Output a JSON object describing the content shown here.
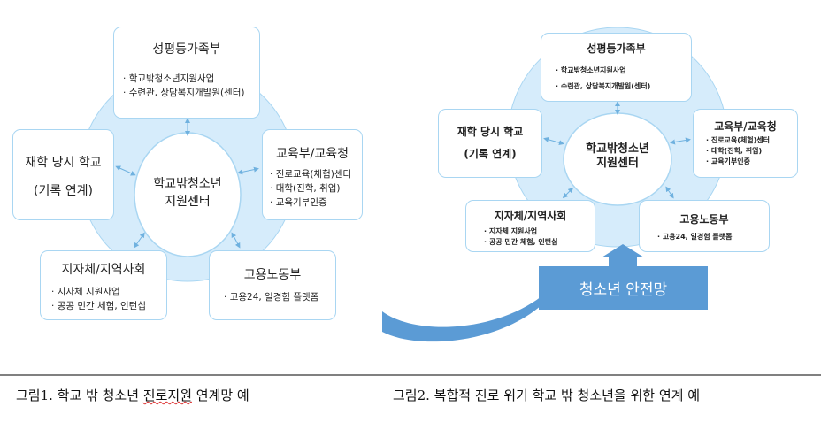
{
  "figure1": {
    "center": [
      "학교밖청소년",
      "지원센터"
    ],
    "top": {
      "title": "성평등가족부",
      "items": [
        "학교밖청소년지원사업",
        "수련관, 상담복지개발원(센터)"
      ]
    },
    "left": {
      "title": "재학 당시 학교",
      "subtitle": "(기록 연계)"
    },
    "right": {
      "title": "교육부/교육청",
      "items": [
        "진로교육(체험)센터",
        "대학(진학, 취업)",
        "교육기부인증"
      ]
    },
    "bottom_left": {
      "title": "지자체/지역사회",
      "items": [
        "지자체 지원사업",
        "공공 민간 체험, 인턴십"
      ]
    },
    "bottom_right": {
      "title": "고용노동부",
      "items": [
        "고용24, 일경험 플랫폼"
      ]
    }
  },
  "figure2": {
    "center": [
      "학교밖청소년",
      "지원센터"
    ],
    "top": {
      "title": "성평등가족부",
      "items": [
        "학교밖청소년지원사업",
        "수련관, 상담복지개발원(센터)"
      ]
    },
    "left": {
      "title": "재학 당시 학교",
      "subtitle": "(기록 연계)"
    },
    "right": {
      "title": "교육부/교육청",
      "items": [
        "진로교육(체험)센터",
        "대학(진학, 취업)",
        "교육기부인증"
      ]
    },
    "bottom_left": {
      "title": "지자체/지역사회",
      "items": [
        "지자체 지원사업",
        "공공 민간 체험, 인턴십"
      ]
    },
    "bottom_right": {
      "title": "고용노동부",
      "items": [
        "고용24, 일경험 플랫폼"
      ]
    },
    "safety_net": "청소년 안전망"
  },
  "captions": {
    "fig1_prefix": "그림1. 학교 밖 청소년 ",
    "fig1_marked": "진로지원",
    "fig1_suffix": " 연계망 예",
    "fig2": "그림2. 복합적 진로 위기 학교 밖 청소년을 위한 연계 예"
  },
  "colors": {
    "ring": "#d6ecfb",
    "ring_border": "#a9d6f2",
    "accent": "#5b9bd5",
    "arrow": "#6fb1df"
  }
}
